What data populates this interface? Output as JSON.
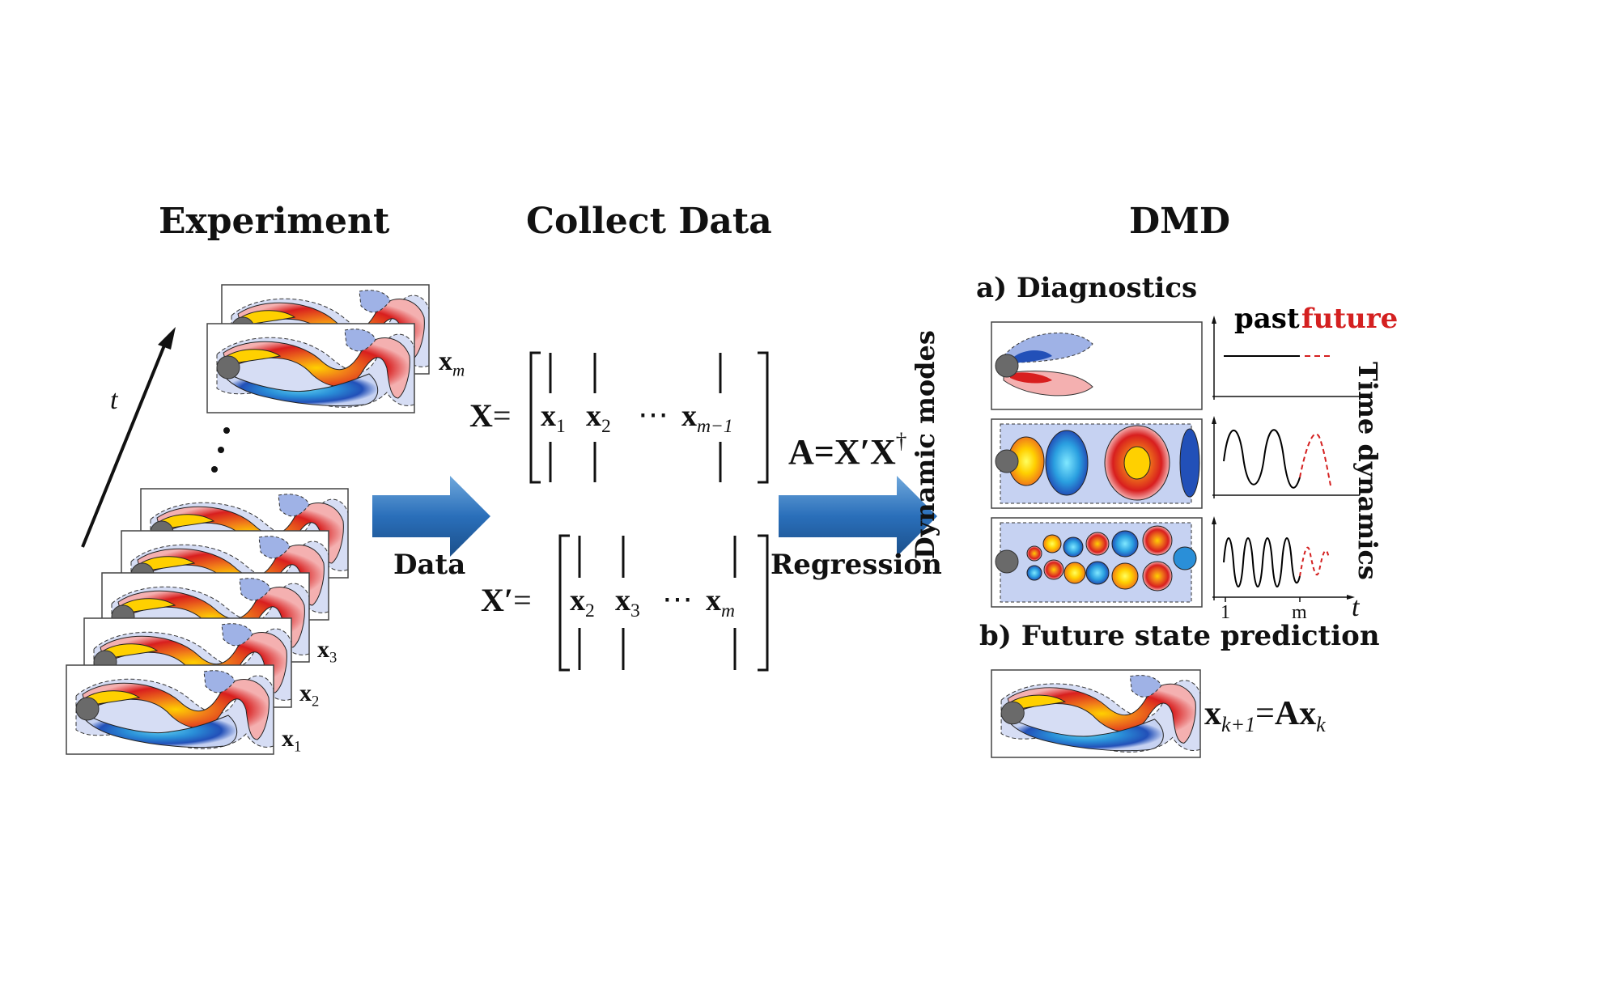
{
  "titles": {
    "experiment": "Experiment",
    "collect": "Collect Data",
    "dmd": "DMD"
  },
  "experiment": {
    "time_label": "t",
    "dots": "⋮",
    "snapshot_labels": [
      {
        "base": "x",
        "sub": "m"
      },
      {
        "base": "x",
        "sub": "3"
      },
      {
        "base": "x",
        "sub": "2"
      },
      {
        "base": "x",
        "sub": "1"
      }
    ]
  },
  "arrows": {
    "data_label": "Data",
    "regression_label": "Regression"
  },
  "matrices": {
    "X": {
      "name": "X",
      "equals": "=",
      "cols": [
        {
          "base": "x",
          "sub": "1"
        },
        {
          "base": "x",
          "sub": "2"
        },
        {
          "base": "⋯",
          "sub": ""
        },
        {
          "base": "x",
          "sub": "m−1"
        }
      ]
    },
    "Xprime": {
      "name": "X′",
      "equals": "=",
      "cols": [
        {
          "base": "x",
          "sub": "2"
        },
        {
          "base": "x",
          "sub": "3"
        },
        {
          "base": "⋯",
          "sub": ""
        },
        {
          "base": "x",
          "sub": "m"
        }
      ]
    }
  },
  "regression_formula": {
    "lhs": "A",
    "equals": "=",
    "rhs": "X′X",
    "sup": "†"
  },
  "dmd": {
    "diagnostics_label": "a) Diagnostics",
    "legend": {
      "past": "past",
      "future": "future"
    },
    "modes_axis_label": "Dynamic modes",
    "time_axis_label": "Time dynamics",
    "x_ticks": [
      "1",
      "m"
    ],
    "x_axis_var": "t",
    "prediction_label": "b) Future state prediction",
    "prediction_formula": {
      "lhs_base": "x",
      "lhs_sub": "k+1",
      "equals": "=",
      "rhs_op": "A",
      "rhs_base": "x",
      "rhs_sub": "k"
    }
  },
  "colors": {
    "arrow_blue": "#2a6fba",
    "future_red": "#d42020",
    "past_black": "#000000"
  }
}
